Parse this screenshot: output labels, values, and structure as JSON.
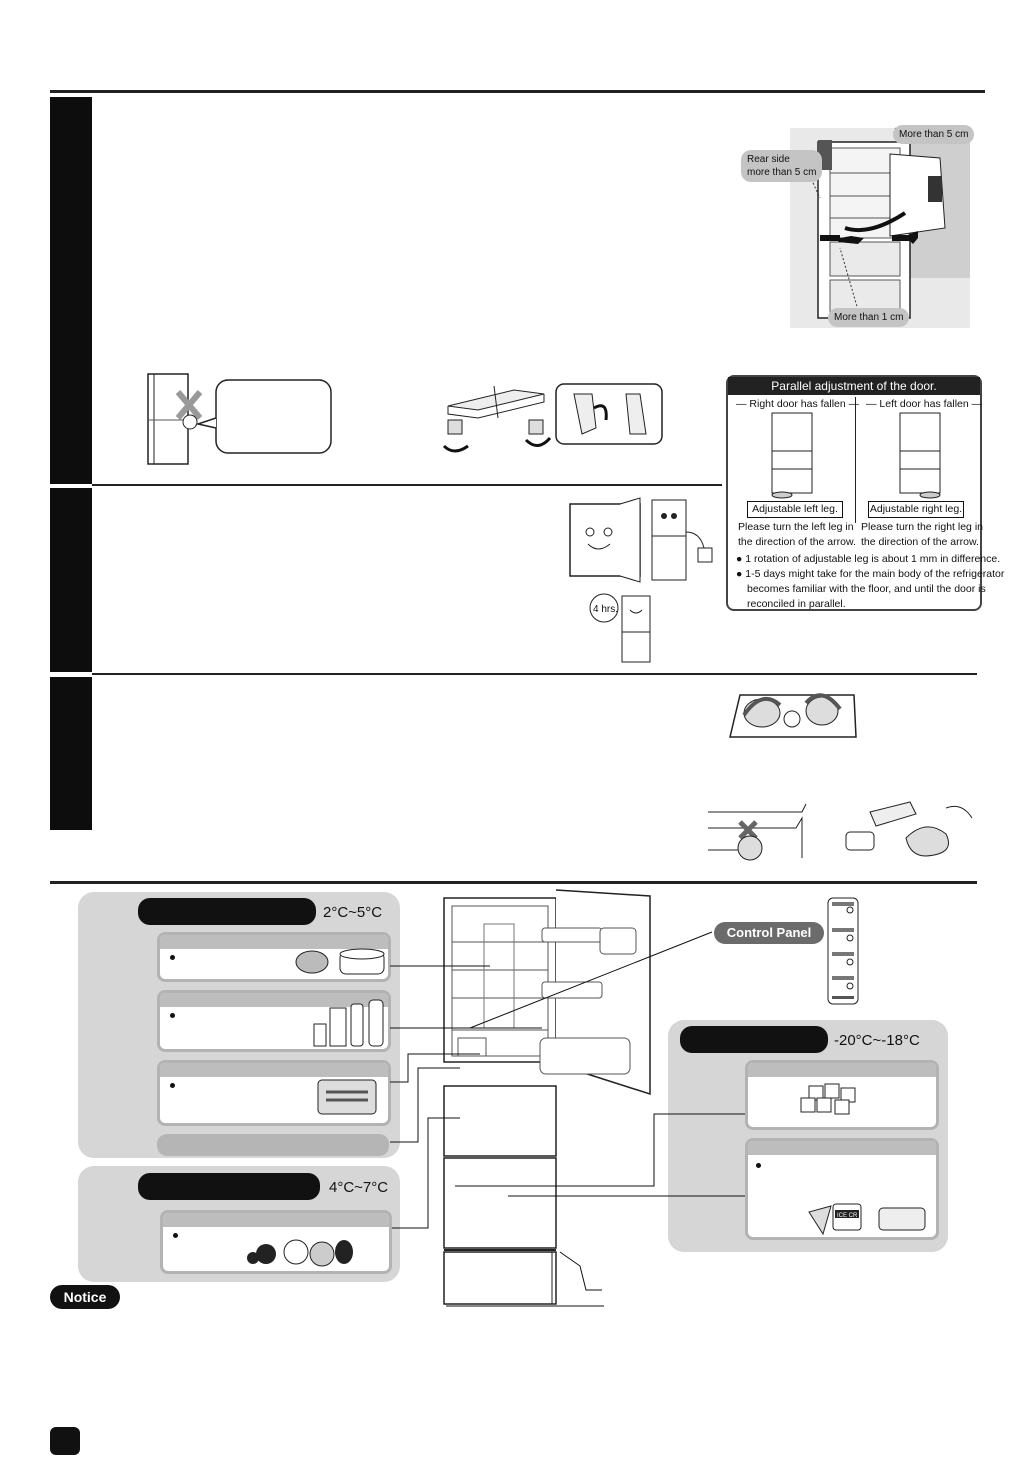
{
  "clearance": {
    "top": "More than 5 cm",
    "rear": "Rear side\nmore than 5 cm",
    "side": "More than 1 cm"
  },
  "door_adjust": {
    "title": "Parallel adjustment of the door.",
    "right_col": {
      "header": "Right door has fallen",
      "leg_label": "Adjustable left leg.",
      "instruction": "Please turn the left leg in\nthe direction of the arrow."
    },
    "left_col": {
      "header": "Left door has fallen",
      "leg_label": "Adjustable right leg.",
      "instruction": "Please turn the right leg in\nthe direction of the arrow."
    },
    "notes": [
      "1 rotation of adjustable leg is about 1 mm in difference.",
      "1-5 days might take for the main body of the refrigerator",
      "becomes familiar with the floor, and until the door is",
      "reconciled in parallel."
    ]
  },
  "wait_badge": "4 hrs.",
  "zones": {
    "fridge_temp": "2°C~5°C",
    "vegetable_temp": "4°C~7°C",
    "freezer_temp": "-20°C~-18°C",
    "control_panel_label": "Control Panel",
    "ice_label": "ICE CR"
  },
  "notice_label": "Notice",
  "colors": {
    "sidebar": "#0d0d0d",
    "zone_gray": "#d6d6d6",
    "panel_gray": "#b3b3b3",
    "accent_dark": "#111111"
  }
}
